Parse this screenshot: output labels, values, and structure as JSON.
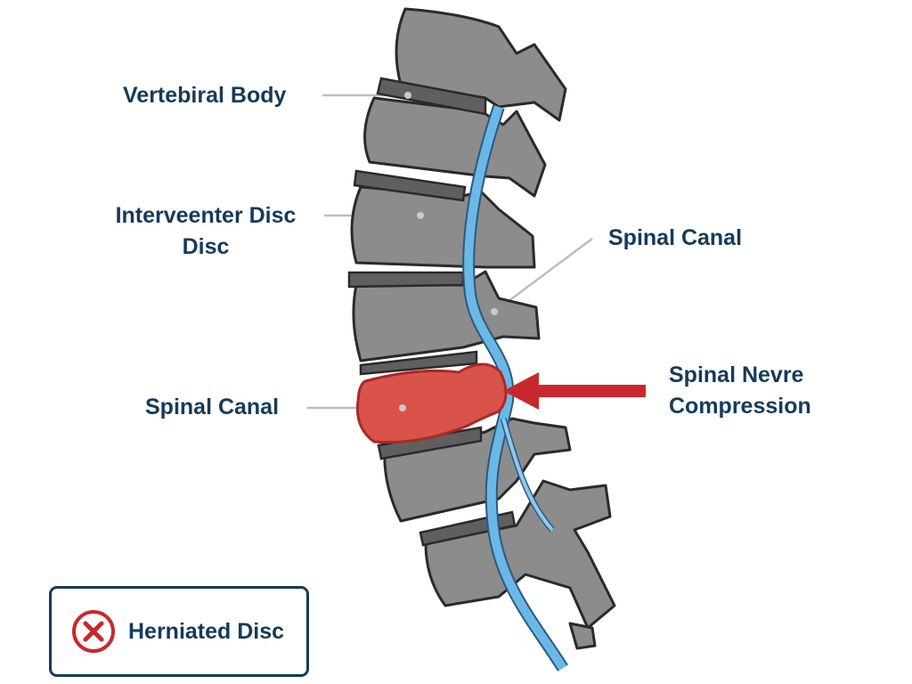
{
  "labels": {
    "vertebral_body": "Vertebiral Body",
    "intervertebral_disc_line1": "Interveenter Disc",
    "intervertebral_disc_line2": "Disc",
    "spinal_canal_right": "Spinal Canal",
    "spinal_canal_left": "Spinal Canal",
    "nerve_compression_line1": "Spinal Nevre",
    "nerve_compression_line2": "Compression"
  },
  "legend": {
    "label": "Herniated Disc",
    "icon": "x-circle-icon"
  },
  "colors": {
    "text": "#163a5a",
    "bone": "#8c8c8c",
    "disc": "#5e5e5e",
    "herniation": "#d9534a",
    "nerve": "#6bb8e6",
    "arrow": "#c8282d"
  }
}
